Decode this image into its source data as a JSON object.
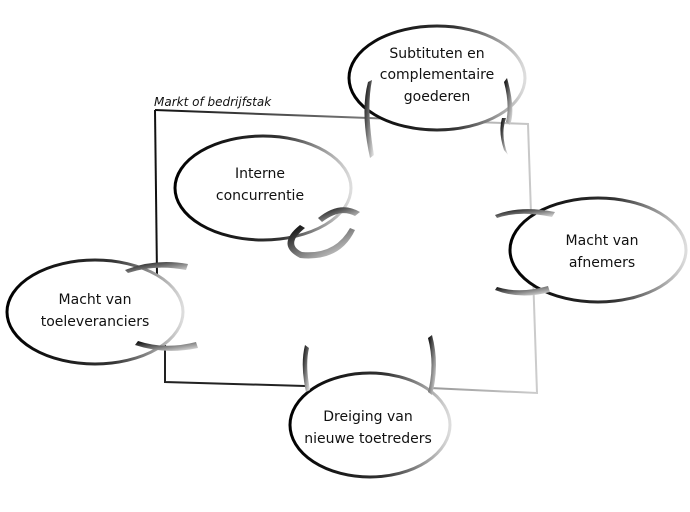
{
  "diagram": {
    "boundary_label": "Markt of bedrijfstak",
    "nodes": [
      {
        "id": "substitutes",
        "lines": [
          "Subtituten en",
          "complementaire",
          "goederen"
        ]
      },
      {
        "id": "internal",
        "lines": [
          "Interne",
          "concurrentie"
        ]
      },
      {
        "id": "buyers",
        "lines": [
          "Macht van",
          "afnemers"
        ]
      },
      {
        "id": "suppliers",
        "lines": [
          "Macht van",
          "toeleveranciers"
        ]
      },
      {
        "id": "entrants",
        "lines": [
          "Dreiging van",
          "nieuwe toetreders"
        ]
      }
    ]
  }
}
